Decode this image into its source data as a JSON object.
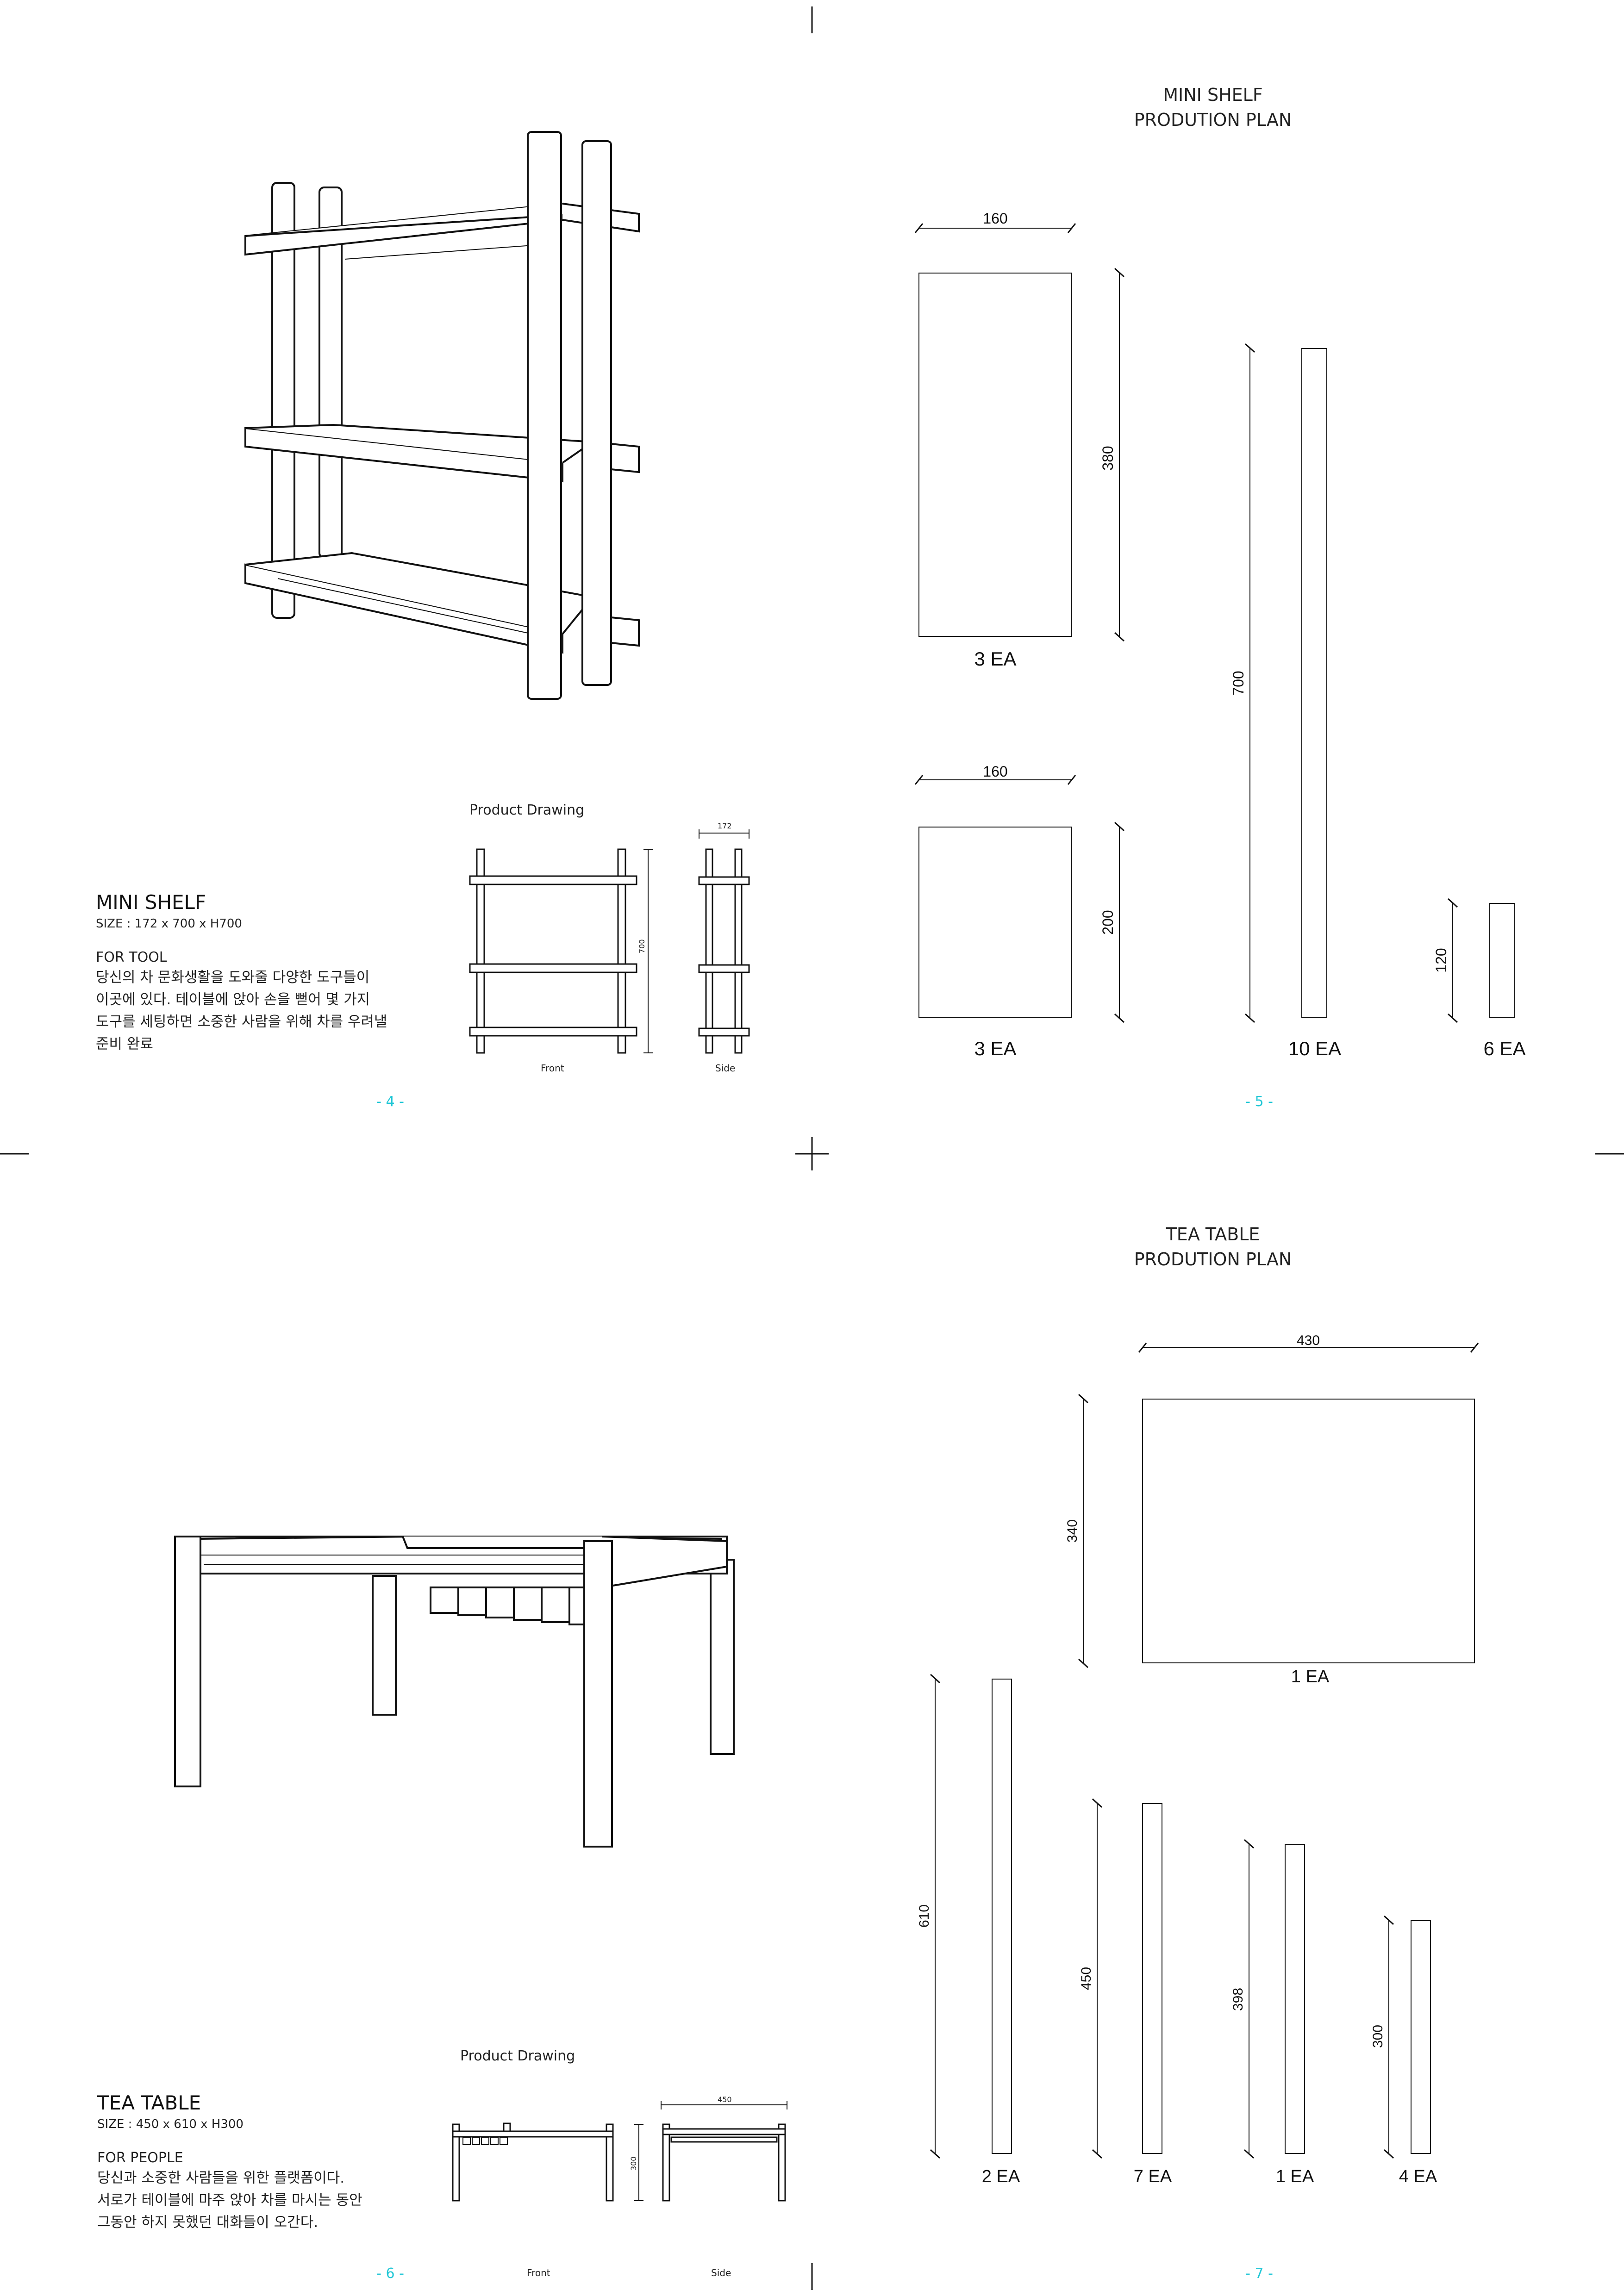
{
  "colors": {
    "line": "#111111",
    "page_number": "#21c7d6",
    "background": "#ffffff"
  },
  "page4": {
    "title": "MINI SHELF",
    "size": "SIZE : 172 x 700 x H700",
    "purpose": "FOR TOOL",
    "description": [
      "당신의 차 문화생활을 도와줄 다양한 도구들이",
      "이곳에 있다. 테이블에 앉아 손을 뻗어 몇 가지",
      "도구를 세팅하면 소중한 사람을 위해 차를 우려낼",
      "준비 완료"
    ],
    "drawing_label": "Product Drawing",
    "front_label": "Front",
    "side_label": "Side",
    "front_dim": "700",
    "side_dim": "172",
    "page_number": "- 4 -"
  },
  "page5": {
    "heading": [
      "MINI SHELF",
      "PRODUTION PLAN"
    ],
    "parts": [
      {
        "width": "160",
        "height": "380",
        "qty": "3 EA"
      },
      {
        "width": "160",
        "height": "200",
        "qty": "3 EA"
      },
      {
        "height": "700",
        "qty": "10 EA"
      },
      {
        "height": "120",
        "qty": "6 EA"
      }
    ],
    "page_number": "- 5 -"
  },
  "page6": {
    "title": "TEA TABLE",
    "size": "SIZE : 450 x 610 x H300",
    "purpose": "FOR PEOPLE",
    "description": [
      "당신과 소중한 사람들을 위한 플랫폼이다.",
      "서로가 테이블에 마주 앉아 차를 마시는 동안",
      "그동안 하지 못했던 대화들이 오간다."
    ],
    "drawing_label": "Product Drawing",
    "front_label": "Front",
    "side_label": "Side",
    "front_dim": "300",
    "side_dim": "450",
    "page_number": "- 6 -"
  },
  "page7": {
    "heading": [
      "TEA TABLE",
      "PRODUTION PLAN"
    ],
    "parts": [
      {
        "width": "430",
        "height": "340",
        "qty": "1 EA"
      },
      {
        "height": "610",
        "qty": "2 EA"
      },
      {
        "height": "450",
        "qty": "7 EA"
      },
      {
        "height": "398",
        "qty": "1 EA"
      },
      {
        "height": "300",
        "qty": "4 EA"
      }
    ],
    "page_number": "- 7 -"
  }
}
